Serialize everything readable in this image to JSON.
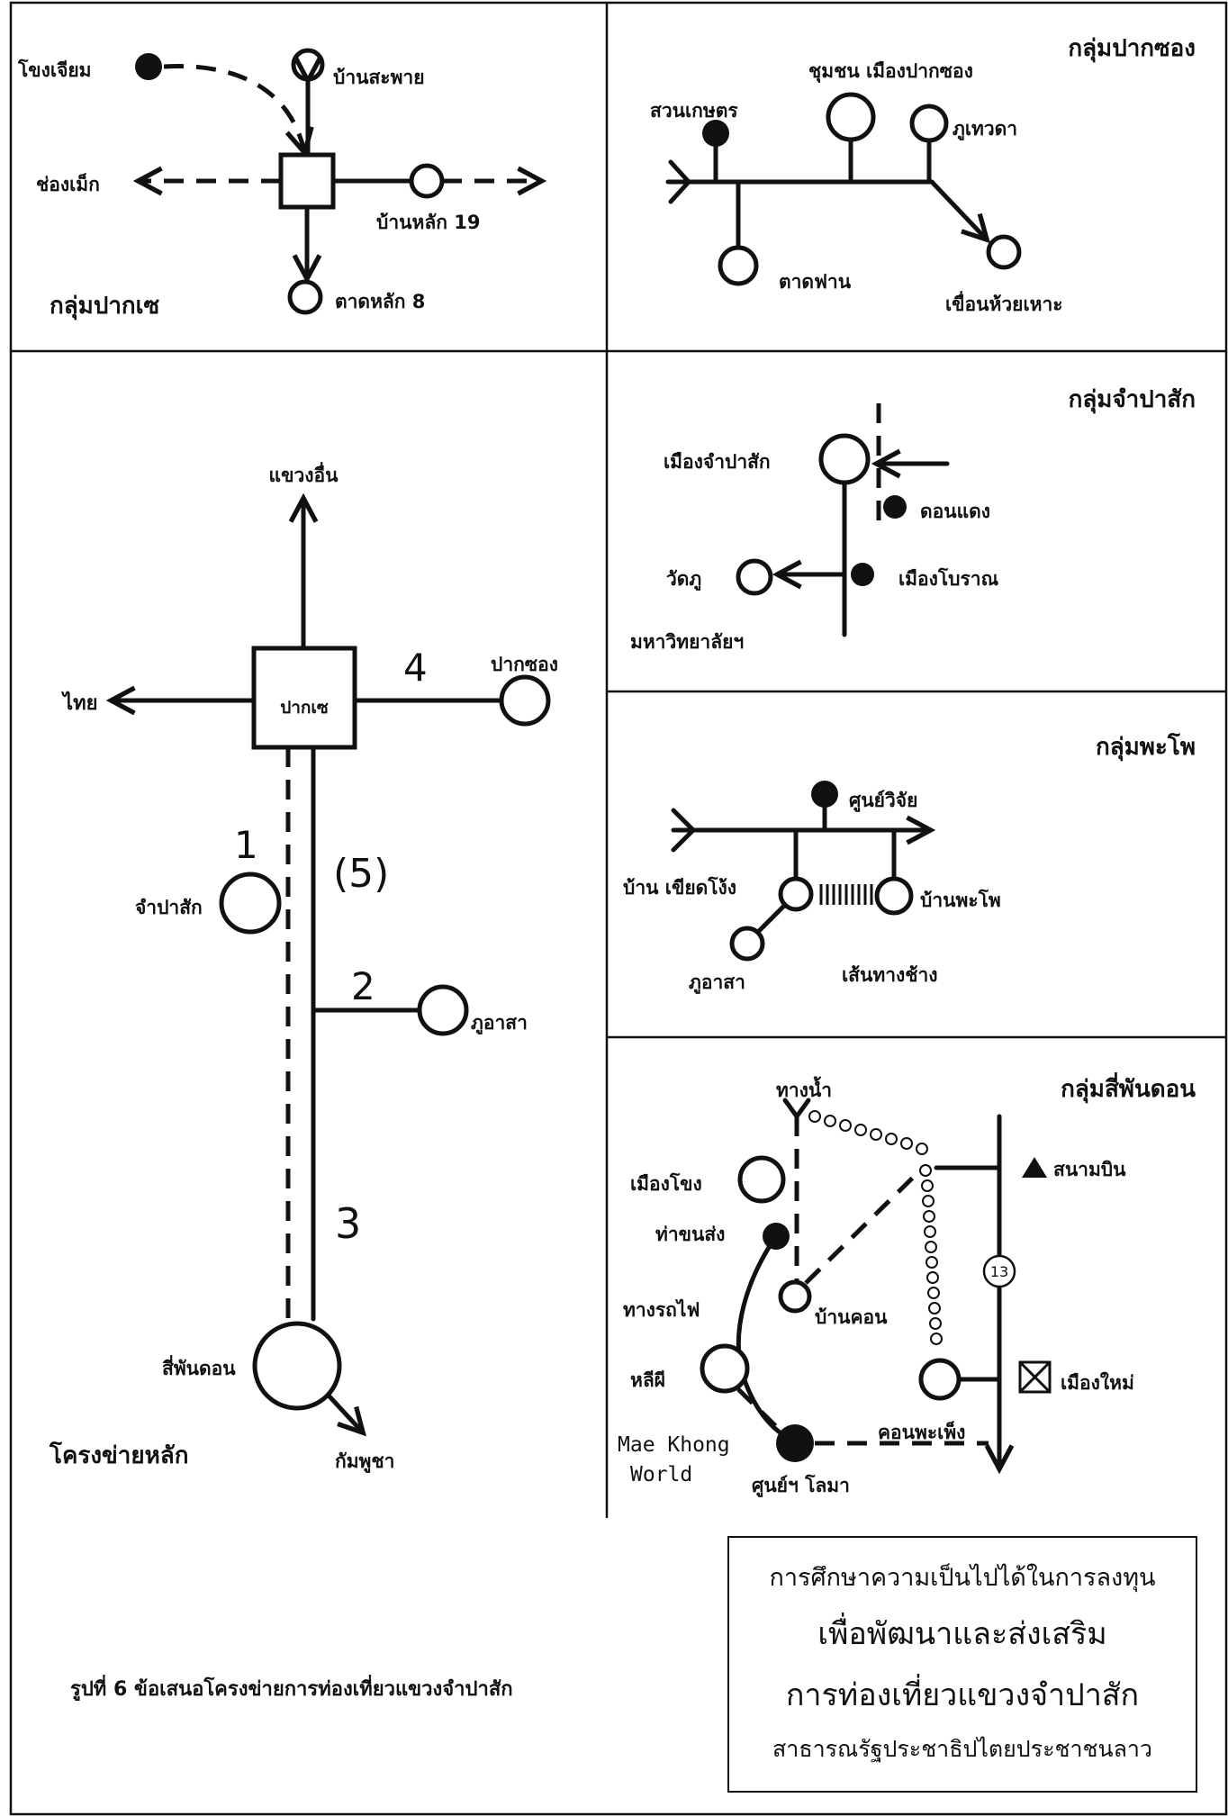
{
  "figure_caption": "รูปที่ 6   ข้อเสนอโครงข่ายการท่องเที่ยวแขวงจำปาสัก",
  "info_box": {
    "line1": "การศึกษาความเป็นไปได้ในการลงทุน",
    "line2": "เพื่อพัฒนาและส่งเสริม",
    "line3": "การท่องเที่ยวแขวงจำปาสัก",
    "line4": "สาธารณรัฐประชาธิปไตยประชาชนลาว"
  },
  "panel_pakse_group": {
    "title": "กลุ่มปากเซ",
    "khong_chiam": "โขงเจียม",
    "ban_saphai": "บ้านสะพาย",
    "chong_mek": "ช่องเม็ก",
    "ban_lak_19": "บ้านหลัก 19",
    "talat_lak_8": "ตาดหลัก 8"
  },
  "panel_pakxong_group": {
    "title": "กลุ่มปากซอง",
    "suan_kaset": "สวนเกษตร",
    "chumchon": "ชุมชน เมืองปากซอง",
    "phu_thewada": "ภูเทวดา",
    "tat_fan": "ตาดฟาน",
    "khuean": "เขื่อนห้วยเหาะ"
  },
  "panel_main_network": {
    "title": "โครงข่ายหลัก",
    "other_provinces": "แขวงอื่น",
    "thailand": "ไทย",
    "pakse": "ปากเซ",
    "pakxong": "ปากซอง",
    "route_4": "4",
    "route_1": "1",
    "route_5": "(5)",
    "route_2": "2",
    "route_3": "3",
    "champasak": "จำปาสัก",
    "phu_asa": "ภูอาสา",
    "si_phan_don": "สี่พันดอน",
    "cambodia": "กัมพูชา"
  },
  "panel_champasak_group": {
    "title": "กลุ่มจำปาสัก",
    "mueang_champasak": "เมืองจำปาสัก",
    "don_daeng": "ดอนแดง",
    "wat_phu": "วัดภู",
    "mueang_boran": "เมืองโบราณ",
    "university": "มหาวิทยาลัยฯ"
  },
  "panel_phapho_group": {
    "title": "กลุ่มพะโพ",
    "research_center": "ศูนย์วิจัย",
    "ban_kiat_ngong": "บ้าน เขียดโง้ง",
    "ban_phapho": "บ้านพะโพ",
    "phu_asa": "ภูอาสา",
    "elephant_trail": "เส้นทางช้าง"
  },
  "panel_siphandon_group": {
    "title": "กลุ่มสี่พันดอน",
    "waterway": "ทางน้ำ",
    "mueang_khong": "เมืองโขง",
    "airport": "สนามบิน",
    "tha_khon_song": "ท่าขนส่ง",
    "route_13": "13",
    "railway": "ทางรถไฟ",
    "ban_khon": "บ้านคอน",
    "li_phi": "หลีผี",
    "mueang_mai": "เมืองใหม่",
    "mae_khong_1": "Mae Khong",
    "mae_khong_2": "World",
    "khon_phapheng": "คอนพะเพ็ง",
    "center_lomma": "ศูนย์ฯ โลมา"
  }
}
